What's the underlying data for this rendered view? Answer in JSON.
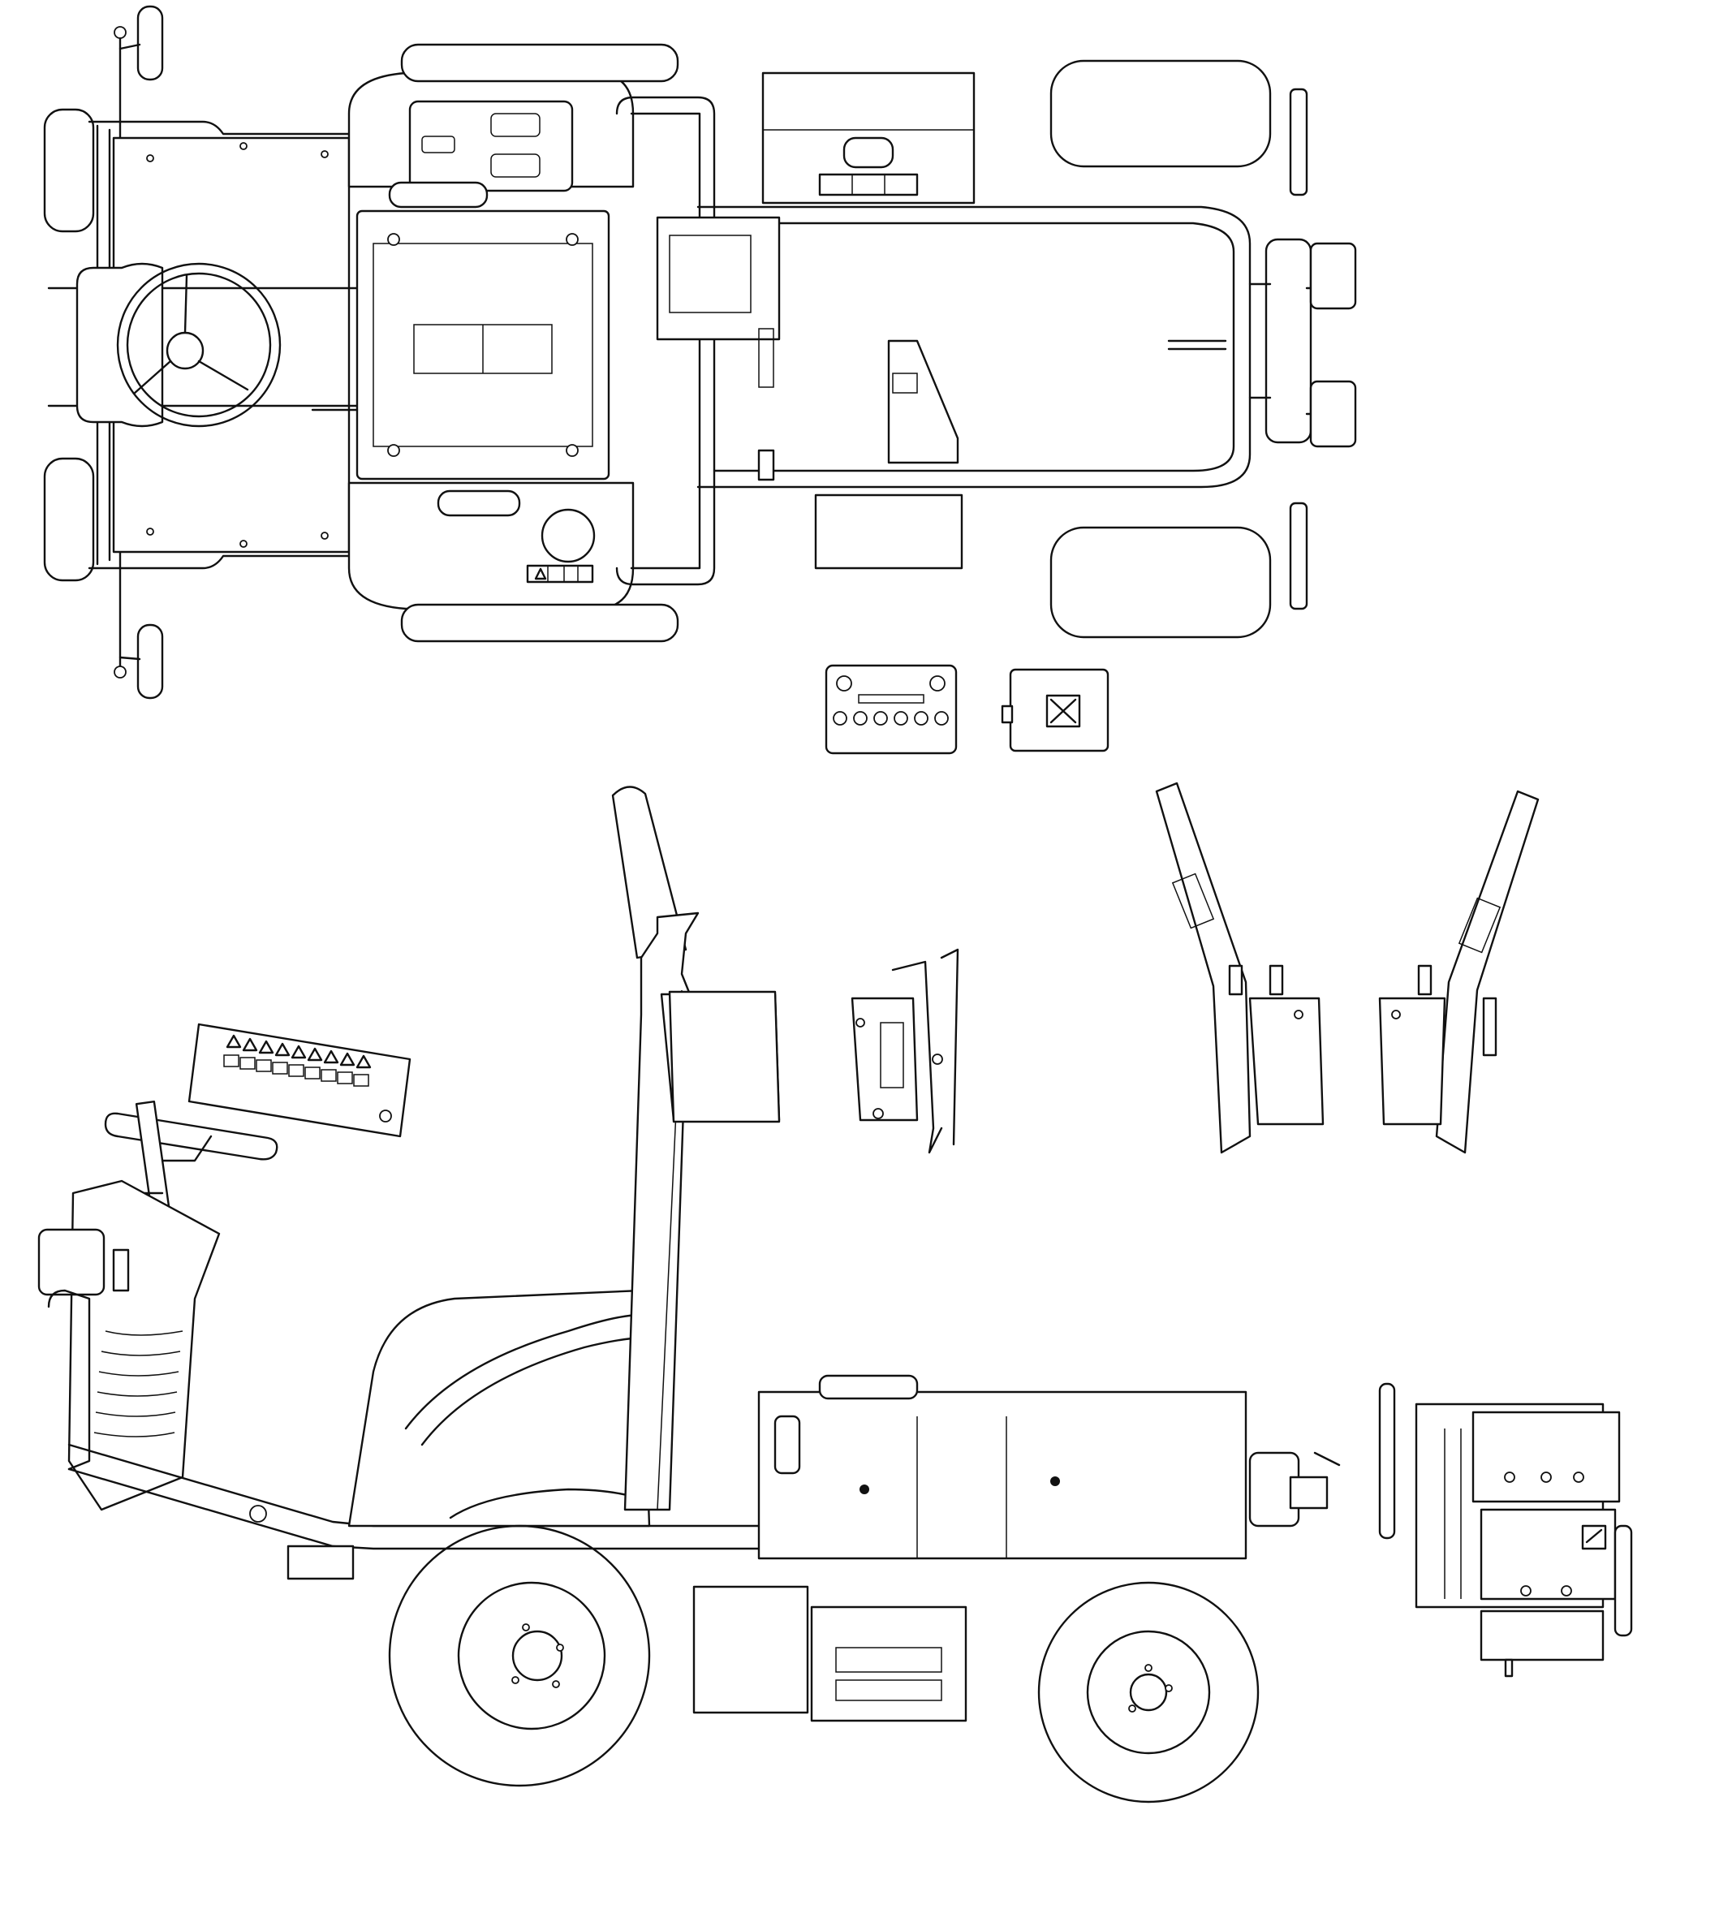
{
  "drawing": {
    "background": "#ffffff",
    "line_color": "#111111",
    "views": [
      "top-view",
      "battery",
      "switch-box",
      "decal-sheet",
      "side-view",
      "rops-bracket-right",
      "rops-bracket-inner",
      "rops-fold-left",
      "rops-fold-right",
      "engine-view"
    ]
  },
  "decals": {
    "warning_icon": "warning-triangle-icon",
    "symbol_icon": "decal-symbol-icon"
  }
}
